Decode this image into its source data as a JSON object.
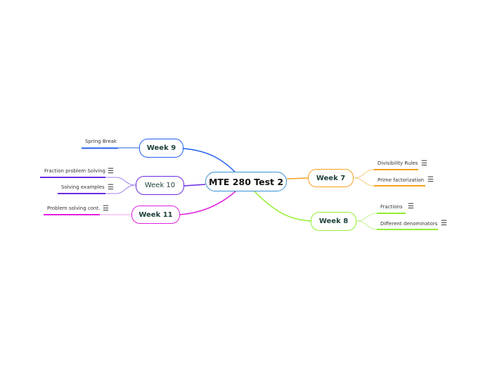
{
  "central": {
    "label": "MTE 280 Test 2",
    "color": "#3a8fd0"
  },
  "topics": [
    {
      "id": "week9",
      "label": "Week 9",
      "color": "#2060f0",
      "subtopics": [
        {
          "label": "Spring Break",
          "has_note": false
        }
      ]
    },
    {
      "id": "week10",
      "label": "Week 10",
      "color": "#6a2ae0",
      "subtopics": [
        {
          "label": "Fraction problem Solving",
          "has_note": true
        },
        {
          "label": "Solving examples",
          "has_note": true
        }
      ]
    },
    {
      "id": "week11",
      "label": "Week 11",
      "color": "#e020e0",
      "subtopics": [
        {
          "label": "Problem solving cont.",
          "has_note": true
        }
      ]
    },
    {
      "id": "week7",
      "label": "Week 7",
      "color": "#f5a020",
      "subtopics": [
        {
          "label": "Divisibility Rules",
          "has_note": true
        },
        {
          "label": "Prime factorization",
          "has_note": true
        }
      ]
    },
    {
      "id": "week8",
      "label": "Week 8",
      "color": "#90ee30",
      "subtopics": [
        {
          "label": "Fractions",
          "has_note": true
        },
        {
          "label": "Different denominators",
          "has_note": true
        }
      ]
    }
  ],
  "icons": {
    "note": "notes-icon"
  }
}
